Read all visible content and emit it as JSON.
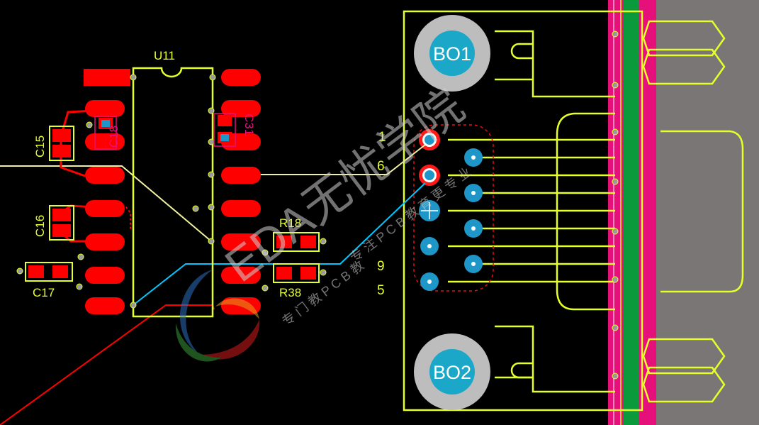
{
  "pcb_view": {
    "layer_colors": {
      "background": "#000000",
      "silkscreen": "#E6FF28",
      "top_copper": "#FF0000",
      "bottom_copper": "#00C8FF",
      "pad_hole": "#1E96C8",
      "keepout_pink": "#E6107A",
      "mechanical_green": "#0A9A3C",
      "board_edge_gray": "#7A7676",
      "mounting_hole_ring": "#BDBDBD",
      "mounting_hole_center": "#1AA7C8"
    },
    "components": {
      "u11": {
        "ref": "U11"
      },
      "c15": {
        "ref": "C15"
      },
      "c16": {
        "ref": "C16"
      },
      "c17": {
        "ref": "C17"
      },
      "c18": {
        "ref": "C18"
      },
      "c31": {
        "ref": "C31"
      },
      "r18": {
        "ref": "R18"
      },
      "r38": {
        "ref": "R38"
      }
    },
    "connector": {
      "pin_labels": {
        "p1": "1",
        "p6": "6",
        "p9": "9",
        "p5": "5"
      },
      "mount_holes": {
        "top": "BO1",
        "bottom": "BO2"
      }
    },
    "watermark": {
      "brand": "EDA无忧学院",
      "slogan_upper": "专 注 P C B 教 育 更 专 业",
      "slogan_lower": "专 门 教 P C B 教"
    },
    "icons": {
      "logo": "brand-swirl-logo-icon"
    }
  }
}
